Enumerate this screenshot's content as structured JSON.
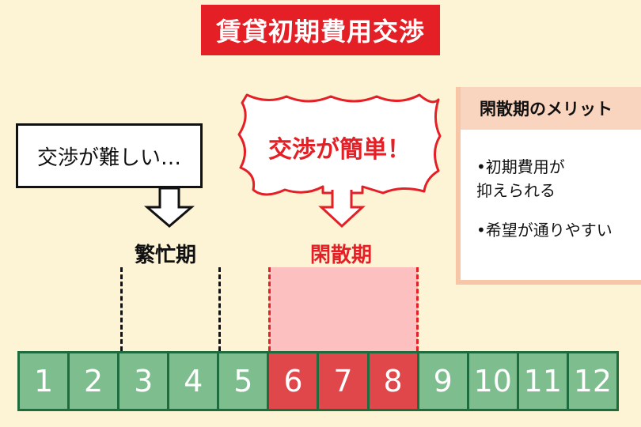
{
  "title": "賃貸初期費用交渉",
  "busy_box_text": "交渉が難しい…",
  "busy_label": "繁忙期",
  "quiet_label": "閑散期",
  "burst_text": "交渉が簡単！",
  "merit": {
    "header": "閑散期のメリット",
    "items": [
      "•初期費用が\n  抑えられる",
      "•希望が通りやすい"
    ]
  },
  "months": [
    "1",
    "2",
    "3",
    "4",
    "5",
    "6",
    "7",
    "8",
    "9",
    "10",
    "11",
    "12"
  ],
  "colors": {
    "accent_red": "#e41f26",
    "month_green": "#7dbd8e",
    "month_red": "#e0474b",
    "quiet_band": "#fdc0c0",
    "background": "#fdf3d5"
  }
}
